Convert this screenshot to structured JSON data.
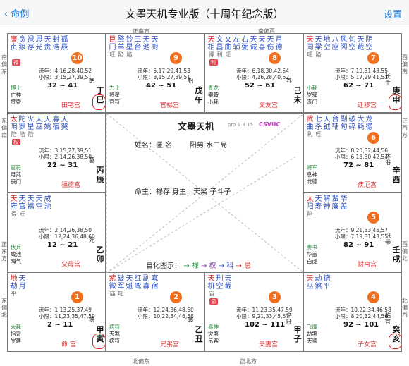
{
  "app": {
    "back_label": "命例",
    "title": "文墨天机专业版（十周年纪念版）",
    "settings_label": "设置"
  },
  "directions": {
    "top_left": "正南方",
    "top_right": "南偏西",
    "bottom_left": "北偏东",
    "bottom_right": "正北方",
    "left_top": "南偏东",
    "left_mid": "东偏南",
    "left_mid2": "正东方",
    "left_bottom": "东偏北",
    "right_top": "西偏南",
    "right_mid": "正西方",
    "right_mid2": "西偏北",
    "right_bottom": "北偏西"
  },
  "center": {
    "title": "文墨天机",
    "version": "pro 1.8.15",
    "watermark": "CSVUC",
    "name_line": "姓名：匿 名",
    "gender_line": "阳男 水二局",
    "master_line": "命主：禄存  身主：天梁  子斗子",
    "legend_prefix": "自化图示：",
    "legend_1": "→ 禄",
    "legend_2": "→ 权",
    "legend_3": "→ 科",
    "legend_4": "→ 忌"
  },
  "palaces": [
    {
      "id": "si",
      "badge": "10",
      "stars": [
        [
          "廉",
          "贞"
        ],
        [
          "贪",
          "狼"
        ],
        [
          "禄",
          "存"
        ],
        [
          "恩",
          "光"
        ],
        [
          "天",
          "贵"
        ],
        [
          "封",
          "诰"
        ],
        [
          "孤",
          "辰"
        ]
      ],
      "brights": [
        "",
        "",
        "",
        "",
        "",
        "",
        ""
      ],
      "hl": "禄",
      "luck": "流年：4,16,28,40,52",
      "small": "小限：3,15,27,39,51",
      "age": "32 ~ 41",
      "g1": "博士",
      "g2": "亡神",
      "g3": "贯索",
      "ls": "绝",
      "stem": "丁巳",
      "pname": "田宅宫"
    },
    {
      "id": "wu",
      "badge": "9",
      "stars": [
        [
          "巨",
          "门"
        ],
        [
          "擎",
          "羊"
        ],
        [
          "铃",
          "星"
        ],
        [
          "三",
          "台"
        ],
        [
          "无",
          "池"
        ],
        [
          "天",
          "厨"
        ]
      ],
      "brights": [
        "旺",
        "陷",
        "陷",
        "",
        "",
        ""
      ],
      "hl": "",
      "luck": "流年：5,17,29,41,53",
      "small": "小限：3,15,27,39,51",
      "age": "42 ~ 51",
      "g1": "力士",
      "g2": "将星",
      "g3": "官符",
      "ls": "胎",
      "stem": "戊午",
      "pname": "官禄宫"
    },
    {
      "id": "wei",
      "badge": "8",
      "stars": [
        [
          "天",
          "相"
        ],
        [
          "文",
          "昌"
        ],
        [
          "文",
          "曲"
        ],
        [
          "左",
          "辅"
        ],
        [
          "右",
          "弼"
        ],
        [
          "天",
          "诫"
        ],
        [
          "天",
          "喜"
        ],
        [
          "天",
          "伤"
        ],
        [
          "月",
          "德"
        ]
      ],
      "brights": [
        "得",
        "利",
        "旺",
        "",
        "",
        "",
        "",
        "",
        ""
      ],
      "hl": "科",
      "luck": "流年：6,18,30,42,54",
      "small": "小限：4,16,28,40,52",
      "age": "52 ~ 61",
      "g1": "青龙",
      "g2": "攀鞍",
      "g3": "小耗",
      "ls": "养",
      "stem": "己未",
      "pname": "交友宫"
    },
    {
      "id": "shen",
      "badge": "7",
      "stars": [
        [
          "天",
          "同"
        ],
        [
          "天",
          "梁"
        ],
        [
          "地",
          "空"
        ],
        [
          "八",
          "座"
        ],
        [
          "风",
          "阁"
        ],
        [
          "旬",
          "空"
        ],
        [
          "天",
          "截"
        ],
        [
          "阴",
          "空"
        ]
      ],
      "brights": [
        "旺",
        "陷",
        "",
        "",
        "",
        "",
        "",
        ""
      ],
      "hl": "",
      "luck": "流年：7,19,31,43,55",
      "small": "小限：5,17,29,41,53",
      "age": "62 ~ 71",
      "g1": "小耗",
      "g2": "岁驿",
      "g3": "丧门",
      "ls": "长生",
      "stem": "庚申",
      "pname": "迁移宫"
    },
    {
      "id": "chen",
      "badge": "",
      "stars": [
        [
          "太",
          "阴"
        ],
        [
          "陀",
          "罗"
        ],
        [
          "火",
          "星"
        ],
        [
          "天",
          "巫"
        ],
        [
          "天",
          "姚"
        ],
        [
          "寡",
          "宿"
        ],
        [
          "天",
          "哭"
        ]
      ],
      "brights": [
        "陷",
        "陷",
        "陷",
        "",
        "",
        "",
        ""
      ],
      "hl": "权",
      "luck": "流年：3,15,27,39,51",
      "small": "小限：2,14,26,38,50",
      "age": "22 ~ 31",
      "g1": "官符",
      "g2": "月煞",
      "g3": "丧门",
      "ls": "墓",
      "stem": "丙辰",
      "pname": "福德宫"
    },
    {
      "id": "you",
      "badge": "6",
      "stars": [
        [
          "武",
          "曲"
        ],
        [
          "七",
          "杀"
        ],
        [
          "天",
          "钺"
        ],
        [
          "台",
          "辅"
        ],
        [
          "副",
          "旬"
        ],
        [
          "破",
          "碎"
        ],
        [
          "大",
          "耗"
        ],
        [
          "龙",
          "德"
        ]
      ],
      "brights": [
        "利",
        "旺",
        "",
        "",
        "",
        "",
        "",
        ""
      ],
      "hl": "",
      "luck": "流年：8,20,32,44,56",
      "small": "小限：6,18,30,42,54",
      "age": "72 ~ 81",
      "g1": "将军",
      "g2": "息神",
      "g3": "龙德",
      "ls": "沐浴",
      "stem": "辛酉",
      "pname": "疾厄宫"
    },
    {
      "id": "mao",
      "badge": "",
      "stars": [
        [
          "天",
          "府"
        ],
        [
          "天",
          "官"
        ],
        [
          "天",
          "福"
        ],
        [
          "天",
          "空"
        ],
        [
          "咸",
          "池"
        ]
      ],
      "brights": [
        "得",
        "旺",
        "",
        "",
        ""
      ],
      "hl": "",
      "luck": "流年：2,14,26,38,50",
      "small": "小限：12,24,36,48,60",
      "age": "12 ~ 21",
      "g1": "伏兵",
      "g2": "咸池",
      "g3": "晦气",
      "ls": "死",
      "stem": "乙卯",
      "pname": "父母宫"
    },
    {
      "id": "xu",
      "badge": "5",
      "stars": [
        [
          "太",
          "阳"
        ],
        [
          "天",
          "寿"
        ],
        [
          "解",
          "神"
        ],
        [
          "蜚",
          "廉"
        ],
        [
          "华",
          "盖"
        ]
      ],
      "brights": [
        "陷",
        "",
        "",
        "",
        ""
      ],
      "hl": "",
      "luck": "流年：9,21,33,45,57",
      "small": "小限：7,19,31,43,55",
      "age": "82 ~ 91",
      "g1": "奏书",
      "g2": "华盖",
      "g3": "白虎",
      "ls": "冠带",
      "stem": "壬戌",
      "pname": "财帛宫"
    },
    {
      "id": "yin",
      "badge": "1",
      "stars": [
        [
          "地",
          "劫"
        ],
        [
          "天",
          "月"
        ]
      ],
      "brights": [
        "平",
        ""
      ],
      "hl": "",
      "luck": "流年：1,13,25,37,49",
      "small": "小限：11,23,35,47,59",
      "age": "2 ~ 11",
      "g1": "大耗",
      "g2": "指背",
      "g3": "岁建",
      "ls": "病",
      "stem": "甲寅",
      "pname": "命 宫"
    },
    {
      "id": "chou",
      "badge": "2",
      "stars": [
        [
          "紫",
          "微"
        ],
        [
          "破",
          "军"
        ],
        [
          "天",
          "魁"
        ],
        [
          "红",
          "鸾"
        ],
        [
          "副",
          "寡"
        ],
        [
          "寡",
          "宿"
        ]
      ],
      "brights": [
        "庙",
        "旺",
        "",
        "",
        "",
        ""
      ],
      "hl": "",
      "luck": "流年：12,24,36,48,60",
      "small": "小限：10,22,34,46,58",
      "age": "",
      "g1": "病符",
      "g2": "天煞",
      "g3": "病符",
      "ls": "衰",
      "stem": "乙丑",
      "pname": "兄弟宫"
    },
    {
      "id": "zi",
      "badge": "3",
      "stars": [
        [
          "天",
          "机"
        ],
        [
          "刑",
          "空"
        ],
        [
          "天",
          "截"
        ]
      ],
      "brights": [
        "庙",
        "",
        ""
      ],
      "hl": "忌",
      "luck": "流年：11,23,35,47,59",
      "small": "小限：9,21,33,45,57",
      "age": "102 ~ 111",
      "g1": "喜神",
      "g2": "灾煞",
      "g3": "吊客",
      "ls": "帝旺",
      "stem": "甲子",
      "pname": "夫妻宫"
    },
    {
      "id": "hai",
      "badge": "4",
      "stars": [
        [
          "天",
          "巫"
        ],
        [
          "劫",
          "煞"
        ],
        [
          "德",
          "平"
        ]
      ],
      "brights": [
        "",
        "",
        ""
      ],
      "hl": "",
      "luck": "流年：10,22,34,46,58",
      "small": "小限：8,20,32,44,56",
      "age": "92 ~ 101",
      "g1": "飞廉",
      "g2": "劫煞",
      "g3": "天德",
      "ls": "临官",
      "stem": "癸亥",
      "pname": "子女宫"
    }
  ],
  "colors": {
    "main_blue": "#2b4fc0",
    "main_red": "#d22",
    "badge_orange": "#f07020",
    "highlight_red": "#e3434a",
    "accent_blue": "#1a7ae0"
  }
}
